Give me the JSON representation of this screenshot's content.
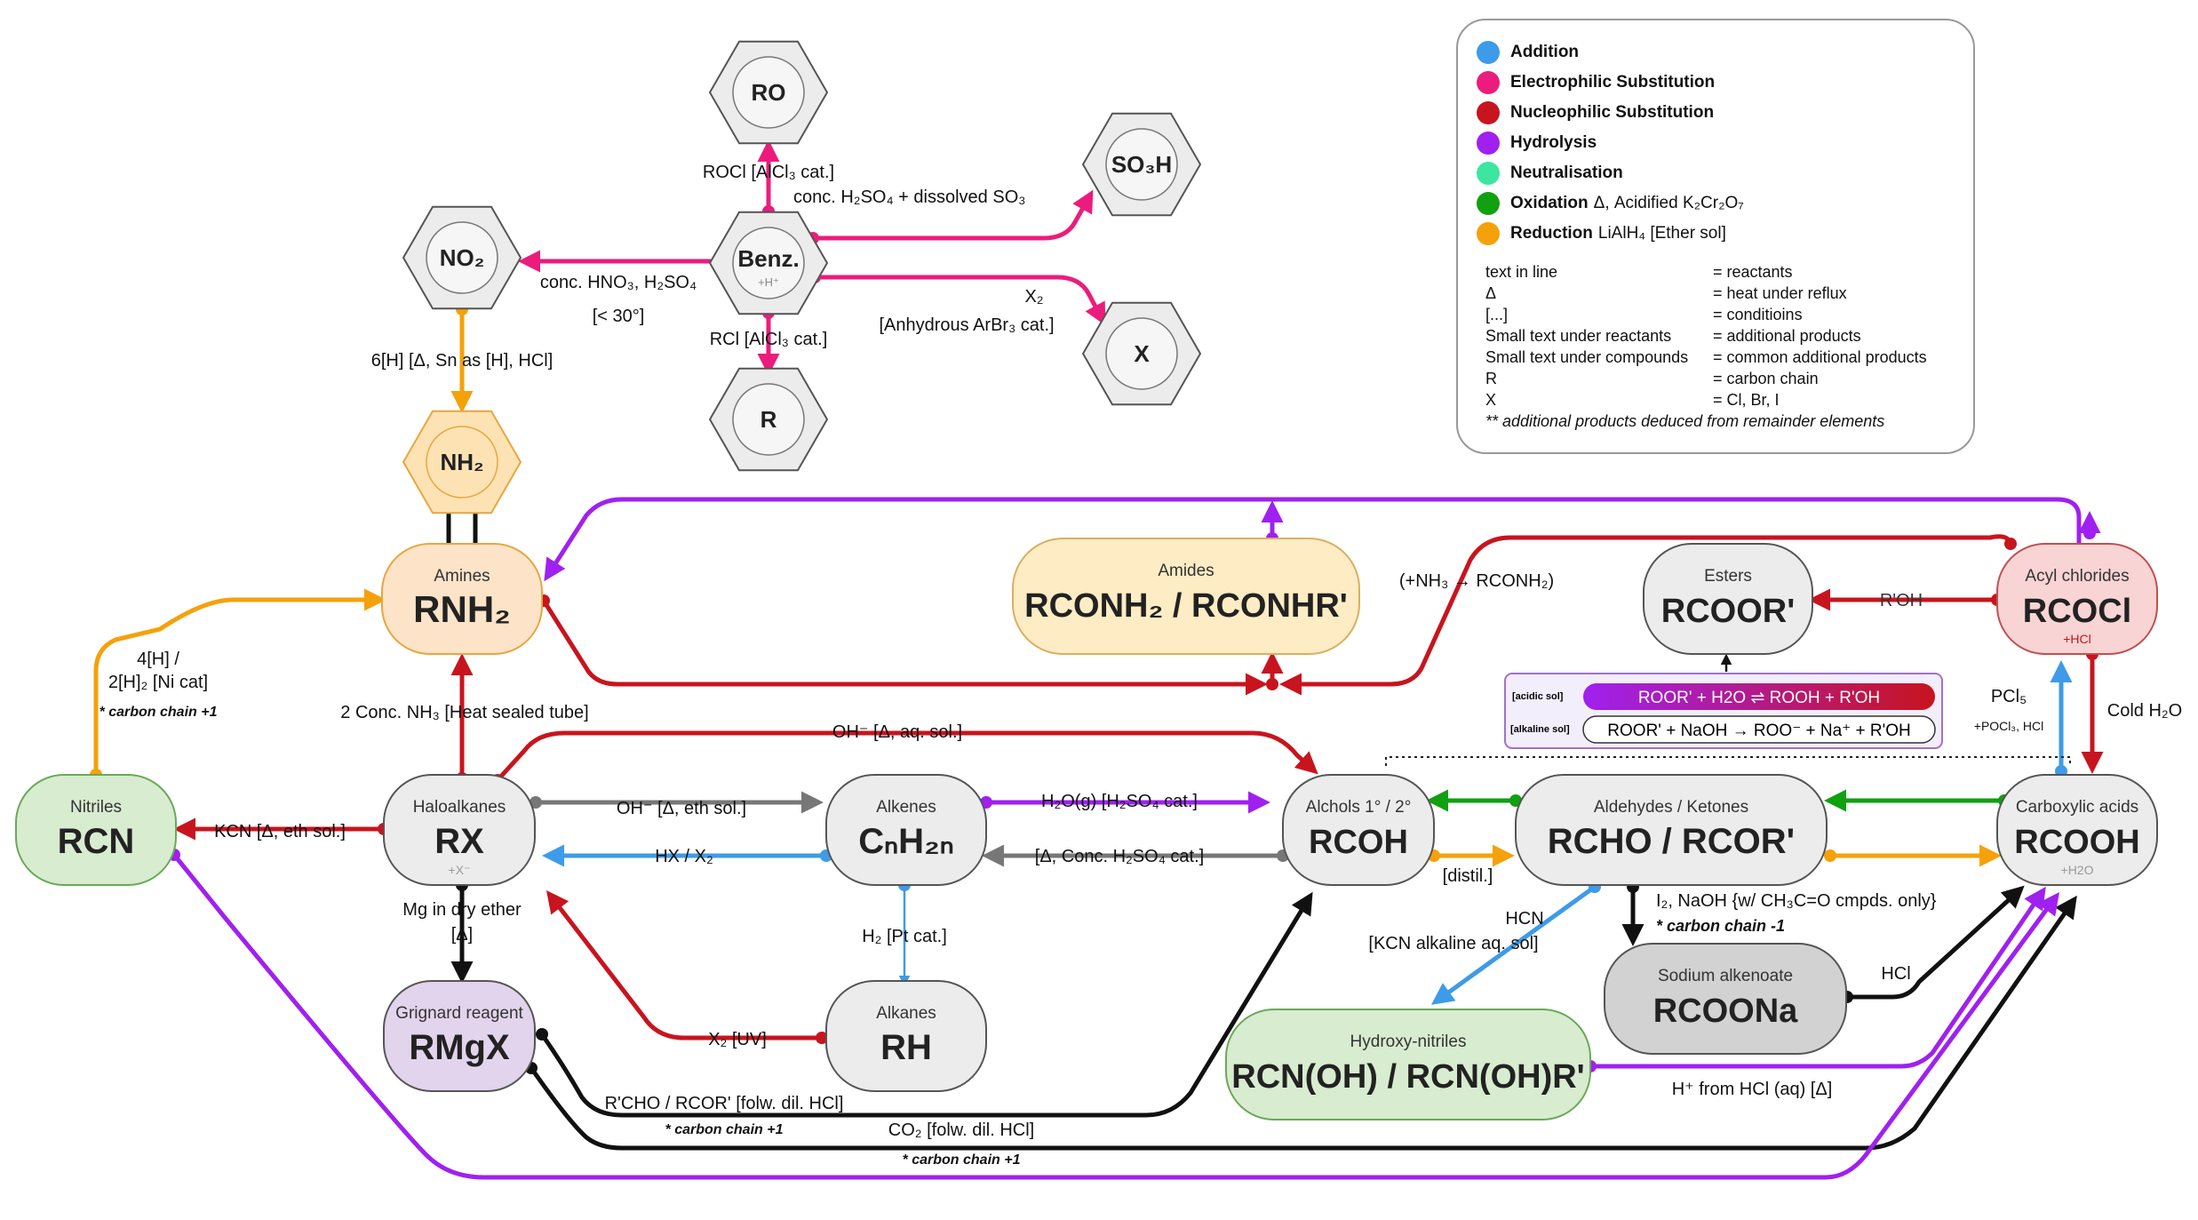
{
  "colors": {
    "addition": "#3d9be9",
    "electrophilic": "#ec1c7c",
    "nucleophilic": "#c8141e",
    "hydrolysis": "#a020f0",
    "neutralisation": "#3ce6a0",
    "oxidation": "#10a010",
    "reduction": "#f5a10a",
    "other": "#777777",
    "black": "#111111"
  },
  "legend": {
    "items": [
      {
        "name": "Addition",
        "detail": "",
        "color": "#3d9be9"
      },
      {
        "name": "Electrophilic Substitution",
        "detail": "",
        "color": "#ec1c7c"
      },
      {
        "name": "Nucleophilic Substitution",
        "detail": "",
        "color": "#c8141e"
      },
      {
        "name": "Hydrolysis",
        "detail": "",
        "color": "#a020f0"
      },
      {
        "name": "Neutralisation",
        "detail": "",
        "color": "#3ce6a0"
      },
      {
        "name": "Oxidation",
        "detail": "Δ, Acidified K₂Cr₂O₇",
        "color": "#10a010"
      },
      {
        "name": "Reduction",
        "detail": "LiAlH₄ [Ether sol]",
        "color": "#f5a10a"
      }
    ],
    "key": [
      {
        "term": "text in line",
        "meaning": "= reactants"
      },
      {
        "term": "Δ",
        "meaning": "= heat under reflux"
      },
      {
        "term": "[...]",
        "meaning": "= conditioins"
      },
      {
        "term": "Small text under reactants",
        "meaning": "= additional products"
      },
      {
        "term": "Small text under compounds",
        "meaning": "= common additional products"
      },
      {
        "term": "R",
        "meaning": "= carbon chain"
      },
      {
        "term": "X",
        "meaning": "= Cl, Br, I"
      }
    ],
    "note": "** additional products deduced from remainder elements"
  },
  "benzene": {
    "center": "Benz.",
    "center_sub": "+H⁺",
    "ro": "RO",
    "so3h": "SO₃H",
    "no2": "NO₂",
    "x": "X",
    "r": "R",
    "nh2": "NH₂"
  },
  "nodes": {
    "amines": {
      "label": "Amines",
      "formula": "RNH₂",
      "sub": ""
    },
    "amides": {
      "label": "Amides",
      "formula": "RCONH₂ / RCONHR'",
      "sub": ""
    },
    "esters": {
      "label": "Esters",
      "formula": "RCOOR'",
      "sub": ""
    },
    "acyl": {
      "label": "Acyl chlorides",
      "formula": "RCOCl",
      "sub": "+HCl"
    },
    "nitriles": {
      "label": "Nitriles",
      "formula": "RCN",
      "sub": ""
    },
    "haloalkanes": {
      "label": "Haloalkanes",
      "formula": "RX",
      "sub": "+X⁻"
    },
    "alkenes": {
      "label": "Alkenes",
      "formula": "CₙH₂ₙ",
      "sub": ""
    },
    "alcohols": {
      "label": "Alchols 1° / 2°",
      "formula": "RCOH",
      "sub": ""
    },
    "aldehydes": {
      "label": "Aldehydes / Ketones",
      "formula": "RCHO / RCOR'",
      "sub": ""
    },
    "carboxylic": {
      "label": "Carboxylic acids",
      "formula": "RCOOH",
      "sub": "+H2O"
    },
    "grignard": {
      "label": "Grignard reagent",
      "formula": "RMgX",
      "sub": ""
    },
    "alkanes": {
      "label": "Alkanes",
      "formula": "RH",
      "sub": ""
    },
    "hydroxy": {
      "label": "Hydroxy-nitriles",
      "formula": "RCN(OH) / RCN(OH)R'",
      "sub": ""
    },
    "sodium": {
      "label": "Sodium alkenoate",
      "formula": "RCOONa",
      "sub": ""
    }
  },
  "ester_box": {
    "acidic_tag": "[acidic sol]",
    "acidic_eq": "ROOR' + H2O ⇌ ROOH + R'OH",
    "alkaline_tag": "[alkaline sol]",
    "alkaline_eq": "ROOR' + NaOH → ROO⁻ + Na⁺ + R'OH"
  },
  "labels": {
    "rocl": "ROCl [AlCl₃ cat.]",
    "so3": "conc. H₂SO₄ + dissolved SO₃",
    "hno3": "conc. HNO₃, H₂SO₄",
    "temp": "[< 30°]",
    "x2": "X₂",
    "arbr3": "[Anhydrous ArBr₃ cat.]",
    "rcl": "RCl [AlCl₃ cat.]",
    "sn": "6[H] [Δ, Sn as [H], HCl]",
    "nh3_rconh2": "(+NH₃ → RCONH₂)",
    "roh": "R'OH",
    "pcl5": "PCl₅",
    "pocl3": "+POCl₃, HCl",
    "cold_h2o": "Cold H₂O",
    "ni_1": "4[H] /",
    "ni_2": "2[H]₂ [Ni cat]",
    "chain1": "* carbon chain +1",
    "conc_nh3": "2 Conc. NH₃ [Heat sealed tube]",
    "oh_aq": "OH⁻ [Δ, aq. sol.]",
    "oh_eth": "OH⁻ [Δ, eth sol.]",
    "kcn": "KCN [Δ, eth sol.]",
    "hx": "HX / X₂",
    "h2o_g": "H₂O(g) [H₂SO₄ cat.]",
    "conc_h2so4": "[Δ, Conc. H₂SO₄ cat.]",
    "distil": "[distil.]",
    "hcn_1": "HCN",
    "hcn_2": "[KCN alkaline aq. sol]",
    "iodo": "I₂, NaOH {w/ CH₃C=O cmpds. only}",
    "chain_m1": "* carbon chain -1",
    "hcl": "HCl",
    "mg_1": "Mg in dry ether",
    "mg_2": "[Δ]",
    "pt": "H₂ [Pt cat.]",
    "uv": "X₂ [UV]",
    "rcho": "R'CHO / RCOR' [folw. dil. HCl]",
    "chain2": "* carbon chain +1",
    "co2": "CO₂ [folw. dil. HCl]",
    "chain3": "* carbon chain +1",
    "h_plus": "H⁺ from HCl (aq) [Δ]"
  }
}
